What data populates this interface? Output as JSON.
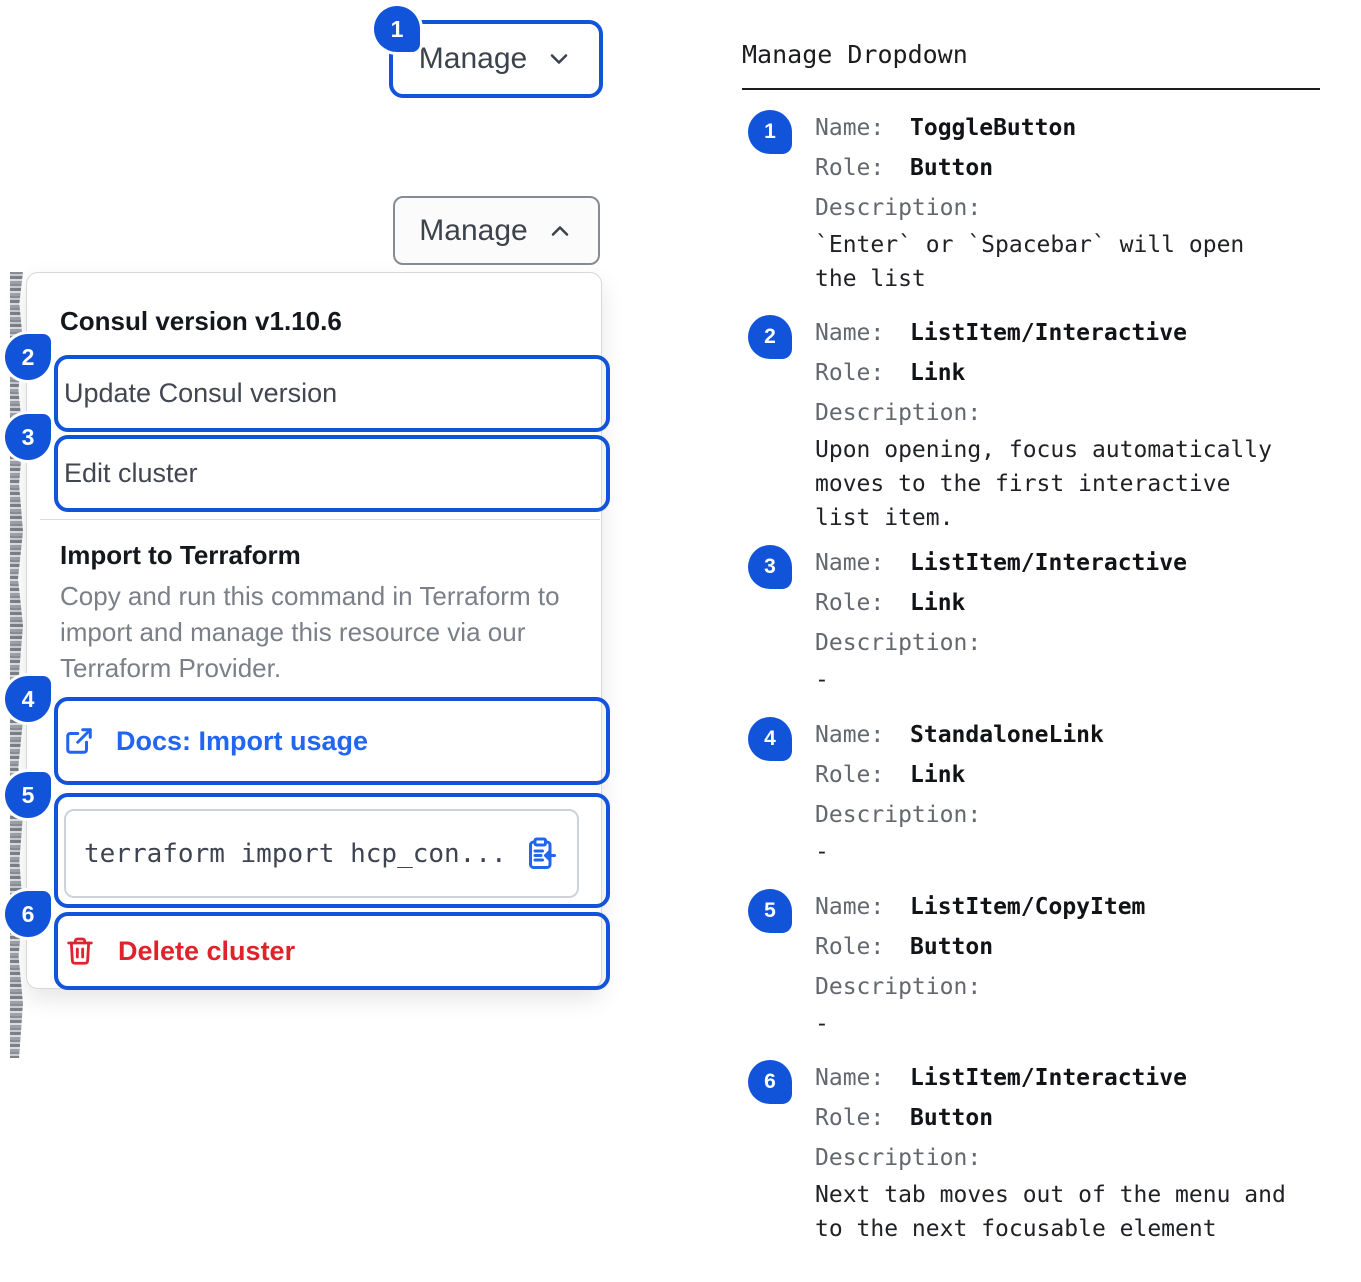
{
  "colors": {
    "accent_blue": "#1254d9",
    "link_blue": "#2265f1",
    "danger_red": "#e0232b"
  },
  "manage_collapsed": {
    "badge": "1",
    "label": "Manage"
  },
  "manage_expanded": {
    "label": "Manage"
  },
  "dropdown": {
    "version_header": "Consul version v1.10.6",
    "update_item": {
      "badge": "2",
      "label": "Update Consul version"
    },
    "edit_item": {
      "badge": "3",
      "label": "Edit cluster"
    },
    "import_section": {
      "title": "Import to Terraform",
      "description": "Copy and run this command in Terraform to import and manage this resource via our Terraform Provider."
    },
    "docs_item": {
      "badge": "4",
      "label": "Docs: Import usage"
    },
    "copy_item": {
      "badge": "5",
      "code": "terraform import hcp_con..."
    },
    "delete_item": {
      "badge": "6",
      "label": "Delete cluster"
    }
  },
  "spec": {
    "title": "Manage Dropdown",
    "labels": {
      "name": "Name:",
      "role": "Role:",
      "description": "Description:"
    },
    "entries": [
      {
        "num": "1",
        "name": "ToggleButton",
        "role": "Button",
        "description": "`Enter` or `Spacebar` will open the list"
      },
      {
        "num": "2",
        "name": "ListItem/Interactive",
        "role": "Link",
        "description": "Upon opening, focus automatically moves to the first interactive list item."
      },
      {
        "num": "3",
        "name": "ListItem/Interactive",
        "role": "Link",
        "description": "-"
      },
      {
        "num": "4",
        "name": "StandaloneLink",
        "role": "Link",
        "description": "-"
      },
      {
        "num": "5",
        "name": "ListItem/CopyItem",
        "role": "Button",
        "description": "-"
      },
      {
        "num": "6",
        "name": "ListItem/Interactive",
        "role": "Button",
        "description": "Next tab moves out of the menu and to the next focusable element"
      }
    ]
  }
}
